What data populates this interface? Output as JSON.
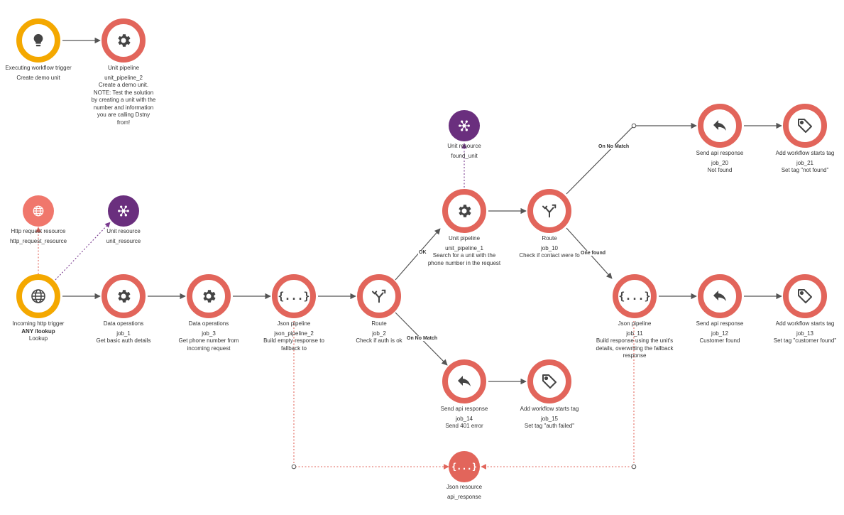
{
  "nodes": {
    "trigger_exec": {
      "type": "Executing workflow trigger",
      "desc": "Create demo unit"
    },
    "unit_pipeline_2": {
      "type": "Unit pipeline",
      "id": "unit_pipeline_2",
      "desc": "Create a demo unit. NOTE: Test the solution by creating a unit with the number and information you are calling Dstny from!"
    },
    "http_resource": {
      "type": "Http request resource",
      "id": "http_request_resource"
    },
    "unit_resource": {
      "type": "Unit resource",
      "id": "unit_resource"
    },
    "trigger_http": {
      "type": "Incoming http trigger",
      "method": "ANY /lookup",
      "desc": "Lookup"
    },
    "job_1": {
      "type": "Data operations",
      "id": "job_1",
      "desc": "Get basic auth details"
    },
    "job_3": {
      "type": "Data operations",
      "id": "job_3",
      "desc": "Get phone number from incoming request"
    },
    "json_pipeline_2": {
      "type": "Json pipeline",
      "id": "json_pipeline_2",
      "desc": "Build empty response to fallback to"
    },
    "job_2": {
      "type": "Route",
      "id": "job_2",
      "desc": "Check if auth is ok"
    },
    "unit_pipeline_1": {
      "type": "Unit pipeline",
      "id": "unit_pipeline_1",
      "desc": "Search for a unit with the phone number in the request"
    },
    "found_unit": {
      "type": "Unit resource",
      "id": "found_unit"
    },
    "job_10": {
      "type": "Route",
      "id": "job_10",
      "desc": "Check if contact were fo"
    },
    "job_20": {
      "type": "Send api response",
      "id": "job_20",
      "desc": "Not found"
    },
    "job_21": {
      "type": "Add workflow starts tag",
      "id": "job_21",
      "desc": "Set tag \"not found\""
    },
    "job_11": {
      "type": "Json pipeline",
      "id": "job_11",
      "desc": "Build response using the unit's details, overwriting the fallback response"
    },
    "job_12": {
      "type": "Send api response",
      "id": "job_12",
      "desc": "Customer found"
    },
    "job_13": {
      "type": "Add workflow starts tag",
      "id": "job_13",
      "desc": "Set tag \"customer found\""
    },
    "job_14": {
      "type": "Send api response",
      "id": "job_14",
      "desc": "Send 401 error"
    },
    "job_15": {
      "type": "Add workflow starts tag",
      "id": "job_15",
      "desc": "Set tag \"auth failed\""
    },
    "api_response": {
      "type": "Json resource",
      "id": "api_response"
    }
  },
  "edge_labels": {
    "ok": "OK",
    "on_no_match_1": "On No Match",
    "on_no_match_2": "On No Match",
    "one_found": "One found"
  },
  "colors": {
    "job_ring": "#e2655b",
    "trigger_ring": "#f4a800",
    "unit_resource": "#6a2f7e",
    "http_resource": "#f0776c",
    "edge": "#555555",
    "resource_edge_red": "#e2655b",
    "resource_edge_purple": "#7a3b8f"
  },
  "icons": {
    "trigger_exec": "lightbulb-icon",
    "trigger_http": "globe-icon",
    "pipeline": "gear-icon",
    "json": "braces-icon",
    "route": "route-split-icon",
    "send": "reply-arrow-icon",
    "tag": "tag-icon",
    "unit_resource": "network-hub-icon",
    "http_resource": "globe-icon"
  }
}
